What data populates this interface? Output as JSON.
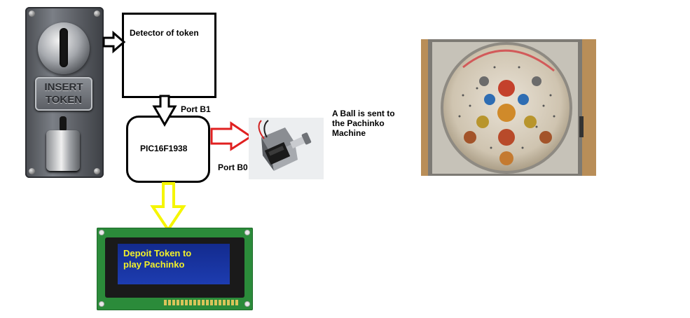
{
  "blocks": {
    "detector_label": "Detector of token",
    "pic_label": "PIC16F1938"
  },
  "labels": {
    "port_b1": "Port B1",
    "port_b0": "Port B0",
    "ball_sent": [
      "A Ball is sent to",
      "the Pachinko",
      "Machine"
    ]
  },
  "coin_acceptor": {
    "plate_text": [
      "INSERT",
      "TOKEN"
    ]
  },
  "lcd": {
    "lines": [
      "Depoit Token to",
      "play Pachinko"
    ]
  },
  "colors": {
    "arrow_black": "#000000",
    "arrow_red": "#e02020",
    "arrow_yellow": "#f5f500",
    "lcd_text": "#f2f12a",
    "lcd_screen": "#1d3cb0",
    "pcb_green": "#2b8b3a"
  }
}
